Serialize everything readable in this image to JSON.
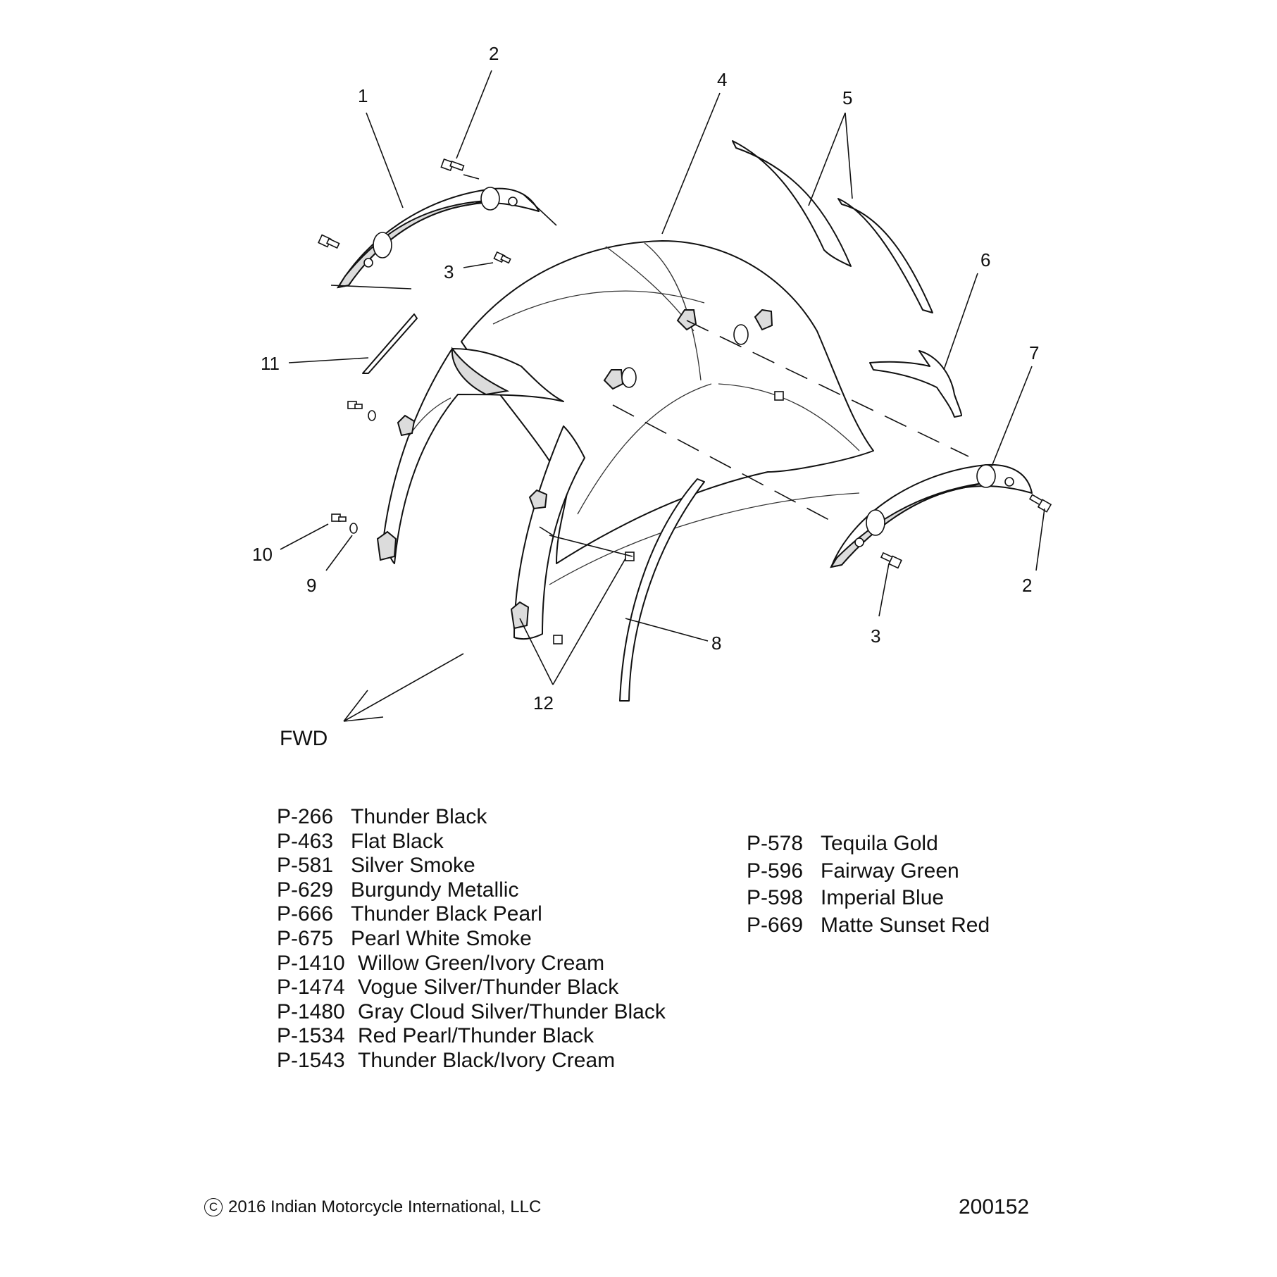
{
  "diagram": {
    "callouts": {
      "c1": "1",
      "c2a": "2",
      "c2b": "2",
      "c3a": "3",
      "c3b": "3",
      "c4": "4",
      "c5": "5",
      "c6": "6",
      "c7": "7",
      "c8": "8",
      "c9": "9",
      "c10": "10",
      "c11": "11",
      "c12": "12"
    },
    "direction_label": "FWD"
  },
  "paint_codes_left": [
    {
      "code": "P-266",
      "name": "Thunder Black"
    },
    {
      "code": "P-463",
      "name": "Flat Black"
    },
    {
      "code": "P-581",
      "name": "Silver Smoke"
    },
    {
      "code": "P-629",
      "name": "Burgundy Metallic"
    },
    {
      "code": "P-666",
      "name": "Thunder Black Pearl"
    },
    {
      "code": "P-675",
      "name": "Pearl White Smoke"
    },
    {
      "code": "P-1410",
      "name": "Willow Green/Ivory Cream"
    },
    {
      "code": "P-1474",
      "name": "Vogue Silver/Thunder Black"
    },
    {
      "code": "P-1480",
      "name": "Gray Cloud Silver/Thunder Black"
    },
    {
      "code": "P-1534",
      "name": "Red Pearl/Thunder Black"
    },
    {
      "code": "P-1543",
      "name": "Thunder Black/Ivory Cream"
    }
  ],
  "paint_codes_right": [
    {
      "code": "P-578",
      "name": "Tequila Gold"
    },
    {
      "code": "P-596",
      "name": "Fairway Green"
    },
    {
      "code": "P-598",
      "name": "Imperial Blue"
    },
    {
      "code": "P-669",
      "name": "Matte Sunset Red"
    }
  ],
  "footer": {
    "copyright_symbol": "C",
    "copyright": "2016 Indian Motorcycle International, LLC",
    "figure_number": "200152"
  }
}
